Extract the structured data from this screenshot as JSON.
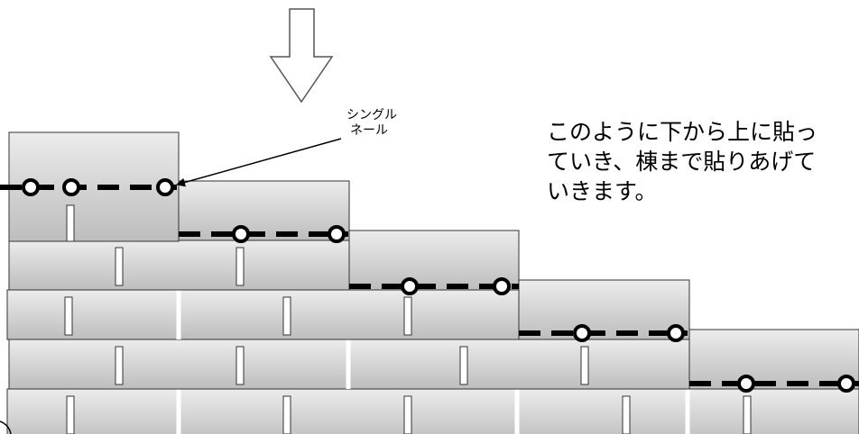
{
  "diagram": {
    "callout_label": [
      "シングル",
      "ネール"
    ],
    "caption_lines": [
      "このように下から上に貼っ",
      "ていき、棟まで貼りあげて",
      "いきます。"
    ]
  }
}
